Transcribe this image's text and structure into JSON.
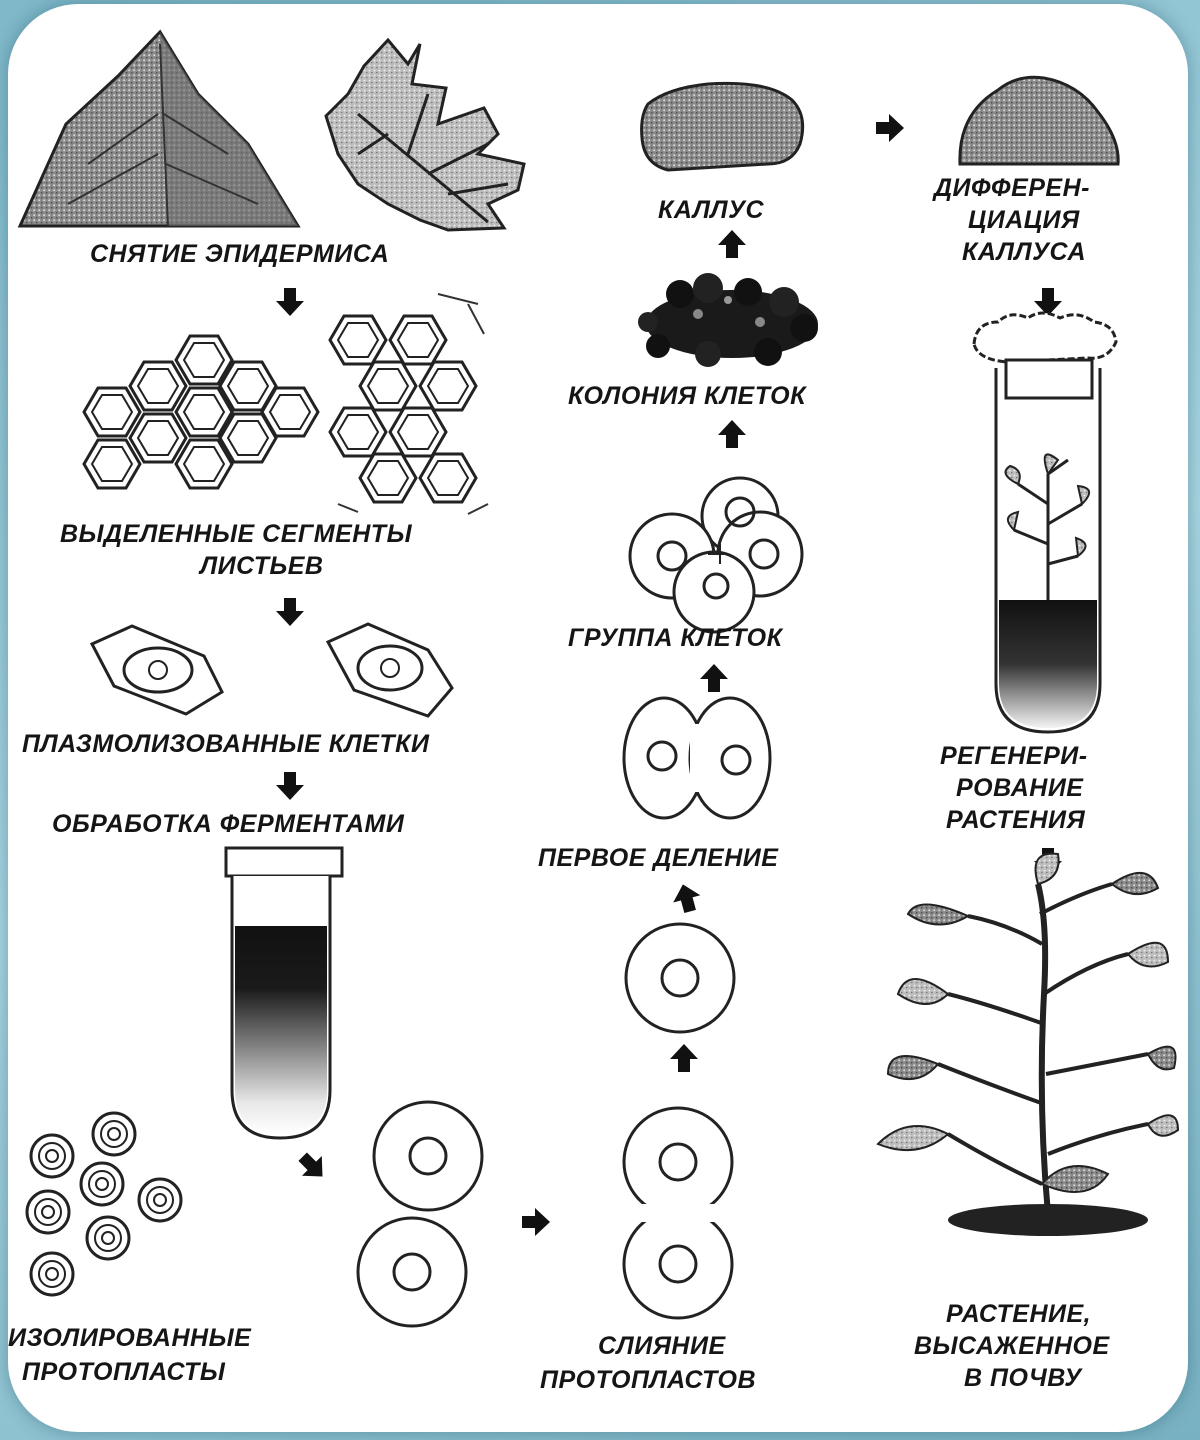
{
  "labels": {
    "epidermis": "СНЯТИЕ ЭПИДЕРМИСА",
    "segments_line1": "ВЫДЕЛЕННЫЕ СЕГМЕНТЫ",
    "segments_line2": "ЛИСТЬЕВ",
    "plasmolyzed": "ПЛАЗМОЛИЗОВАННЫЕ КЛЕТКИ",
    "enzymes": "ОБРАБОТКА ФЕРМЕНТАМИ",
    "isolated_line1": "ИЗОЛИРОВАННЫЕ",
    "isolated_line2": "ПРОТОПЛАСТЫ",
    "fusion_line1": "СЛИЯНИЕ",
    "fusion_line2": "ПРОТОПЛАСТОВ",
    "first_division": "ПЕРВОЕ ДЕЛЕНИЕ",
    "cell_group": "ГРУППА КЛЕТОК",
    "colony": "КОЛОНИЯ КЛЕТОК",
    "callus": "КАЛЛУС",
    "diff_line1": "ДИФФЕРЕН-",
    "diff_line2": "ЦИАЦИЯ",
    "diff_line3": "КАЛЛУСА",
    "regen_line1": "РЕГЕНЕРИ-",
    "regen_line2": "РОВАНИЕ",
    "regen_line3": "РАСТЕНИЯ",
    "planted_line1": "РАСТЕНИЕ,",
    "planted_line2": "ВЫСАЖЕННОЕ",
    "planted_line3": "В ПОЧВУ"
  },
  "colors": {
    "ink": "#151515",
    "frame_background": "#8ec3d2",
    "panel": "#ffffff"
  }
}
